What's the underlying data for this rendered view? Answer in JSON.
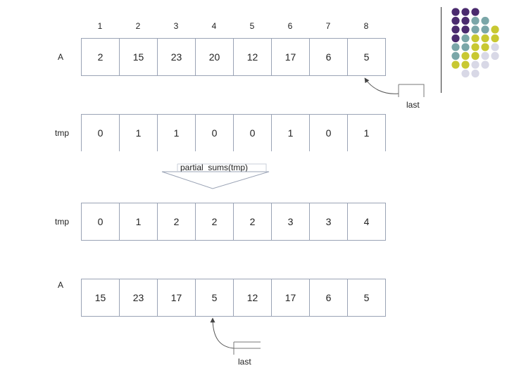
{
  "indices": [
    "1",
    "2",
    "3",
    "4",
    "5",
    "6",
    "7",
    "8"
  ],
  "rows": {
    "a_top": {
      "label": "A",
      "values": [
        "2",
        "15",
        "23",
        "20",
        "12",
        "17",
        "6",
        "5"
      ]
    },
    "tmp_flags": {
      "label": "tmp",
      "values": [
        "0",
        "1",
        "1",
        "0",
        "0",
        "1",
        "0",
        "1"
      ]
    },
    "tmp_sums": {
      "label": "tmp",
      "values": [
        "0",
        "1",
        "2",
        "2",
        "2",
        "3",
        "3",
        "4"
      ]
    },
    "a_bottom": {
      "label": "A",
      "values": [
        "15",
        "23",
        "17",
        "5",
        "12",
        "17",
        "6",
        "5"
      ]
    }
  },
  "annotations": {
    "last_top": "last",
    "operation": "partial_sums(tmp)",
    "last_bottom": "last"
  },
  "decoration": {
    "dot_colors": [
      "#4a2a6e",
      "#7aa6a8",
      "#c8c832",
      "#d8d8e6"
    ]
  }
}
